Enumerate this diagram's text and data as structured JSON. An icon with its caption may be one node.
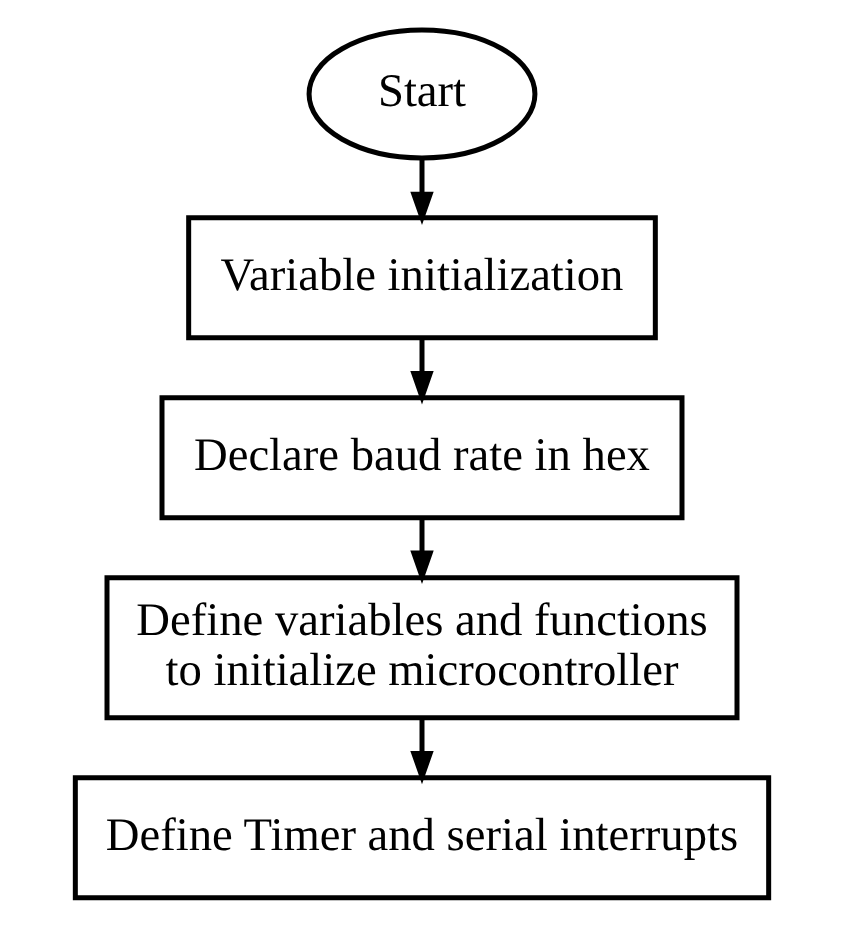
{
  "diagram": {
    "nodes": [
      {
        "text": [
          "Start"
        ]
      },
      {
        "text": [
          "Variable initialization"
        ]
      },
      {
        "text": [
          "Declare baud rate in hex"
        ]
      },
      {
        "text": [
          "Define variables and functions to initialize microcontroller"
        ]
      },
      {
        "text": [
          "Define Timer and serial interrupts"
        ]
      }
    ],
    "edges": [
      {
        "from": 0,
        "to": 1,
        "arrow": "to"
      },
      {
        "from": 1,
        "to": 2,
        "arrow": "to"
      },
      {
        "from": 2,
        "to": 3,
        "arrow": "to"
      },
      {
        "from": 3,
        "to": 4,
        "arrow": "to"
      }
    ]
  }
}
